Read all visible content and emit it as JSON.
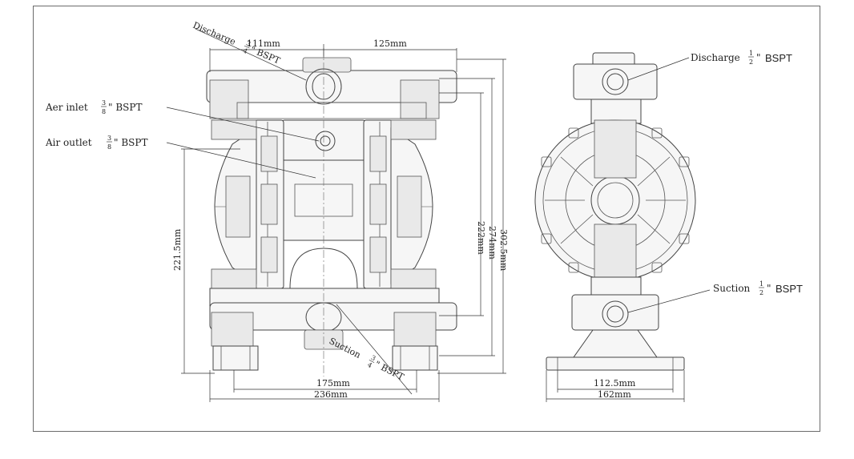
{
  "labels": {
    "discharge_front": "Discharge",
    "discharge_front_num": "3",
    "discharge_front_den": "4",
    "discharge_front_unit": "\" BSPT",
    "air_inlet": "Aer inlet",
    "air_inlet_num": "3",
    "air_inlet_den": "8",
    "air_inlet_unit": "\" BSPT",
    "air_outlet": "Air outlet",
    "air_outlet_num": "3",
    "air_outlet_den": "8",
    "air_outlet_unit": "\" BSPT",
    "suction_front": "Suction",
    "suction_front_num": "3",
    "suction_front_den": "4",
    "suction_front_unit": "\" BSPT",
    "discharge_side": "Discharge",
    "discharge_side_num": "1",
    "discharge_side_den": "2",
    "discharge_side_unit": "\"",
    "discharge_side_bspt": "BSPT",
    "suction_side": "Suction",
    "suction_side_num": "1",
    "suction_side_den": "2",
    "suction_side_unit": "\"",
    "suction_side_bspt": "BSPT"
  },
  "dimensions": {
    "top_left": "111mm",
    "top_right": "125mm",
    "height_222": "222mm",
    "height_274": "274mm",
    "height_302": "302.5mm",
    "height_221": "221.5mm",
    "bottom_175": "175mm",
    "bottom_236": "236mm",
    "side_112": "112.5mm",
    "side_162": "162mm"
  },
  "colors": {
    "line": "#444444",
    "frame": "#6b6b6b",
    "background": "#ffffff"
  }
}
